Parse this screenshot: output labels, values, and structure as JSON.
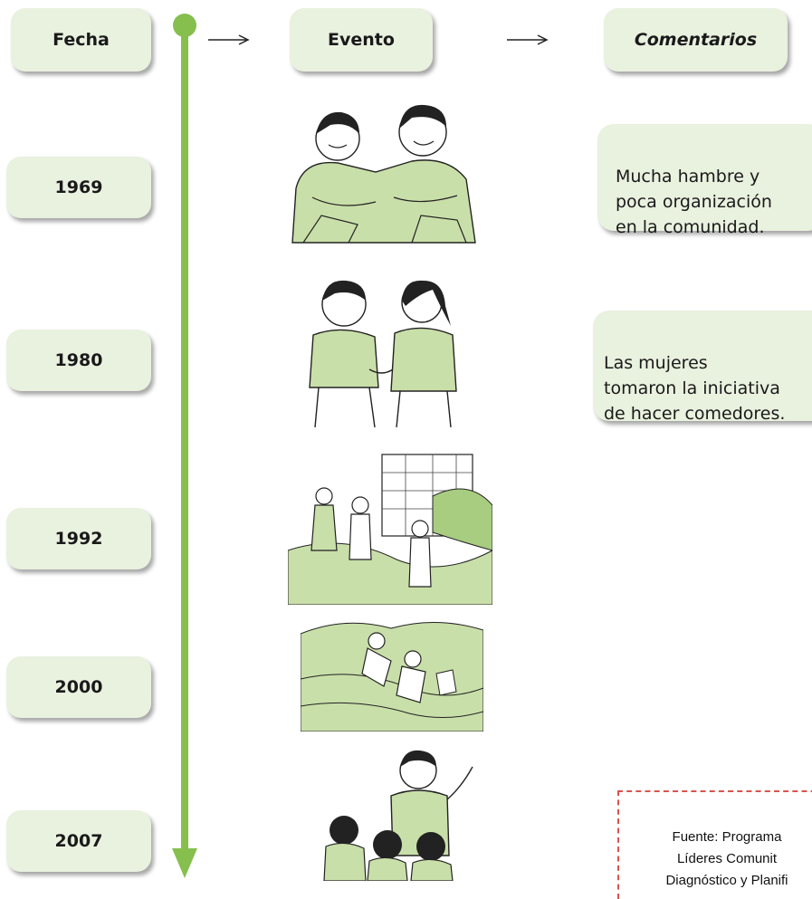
{
  "headers": {
    "date": "Fecha",
    "event": "Evento",
    "comments": "Comentarios"
  },
  "dates": [
    "1969",
    "1980",
    "1992",
    "2000",
    "2007"
  ],
  "comments": [
    "Mucha hambre y\npoca organización\nen la comunidad.",
    "Las mujeres\ntomaron la iniciativa\nde hacer comedores."
  ],
  "source_note": "Fuente: Programa\nLíderes Comunit\nDiagnóstico y Planifi",
  "colors": {
    "timeline": "#86bf4e",
    "pill_fill": "#e9f1df",
    "illustration_fill": "#c9dfa9",
    "source_border": "#d9534f"
  },
  "illustrations": [
    "two-men-sitting-illustration",
    "man-and-woman-talking-illustration",
    "people-working-stone-wall-illustration",
    "people-planting-field-illustration",
    "man-speaking-to-group-illustration"
  ]
}
